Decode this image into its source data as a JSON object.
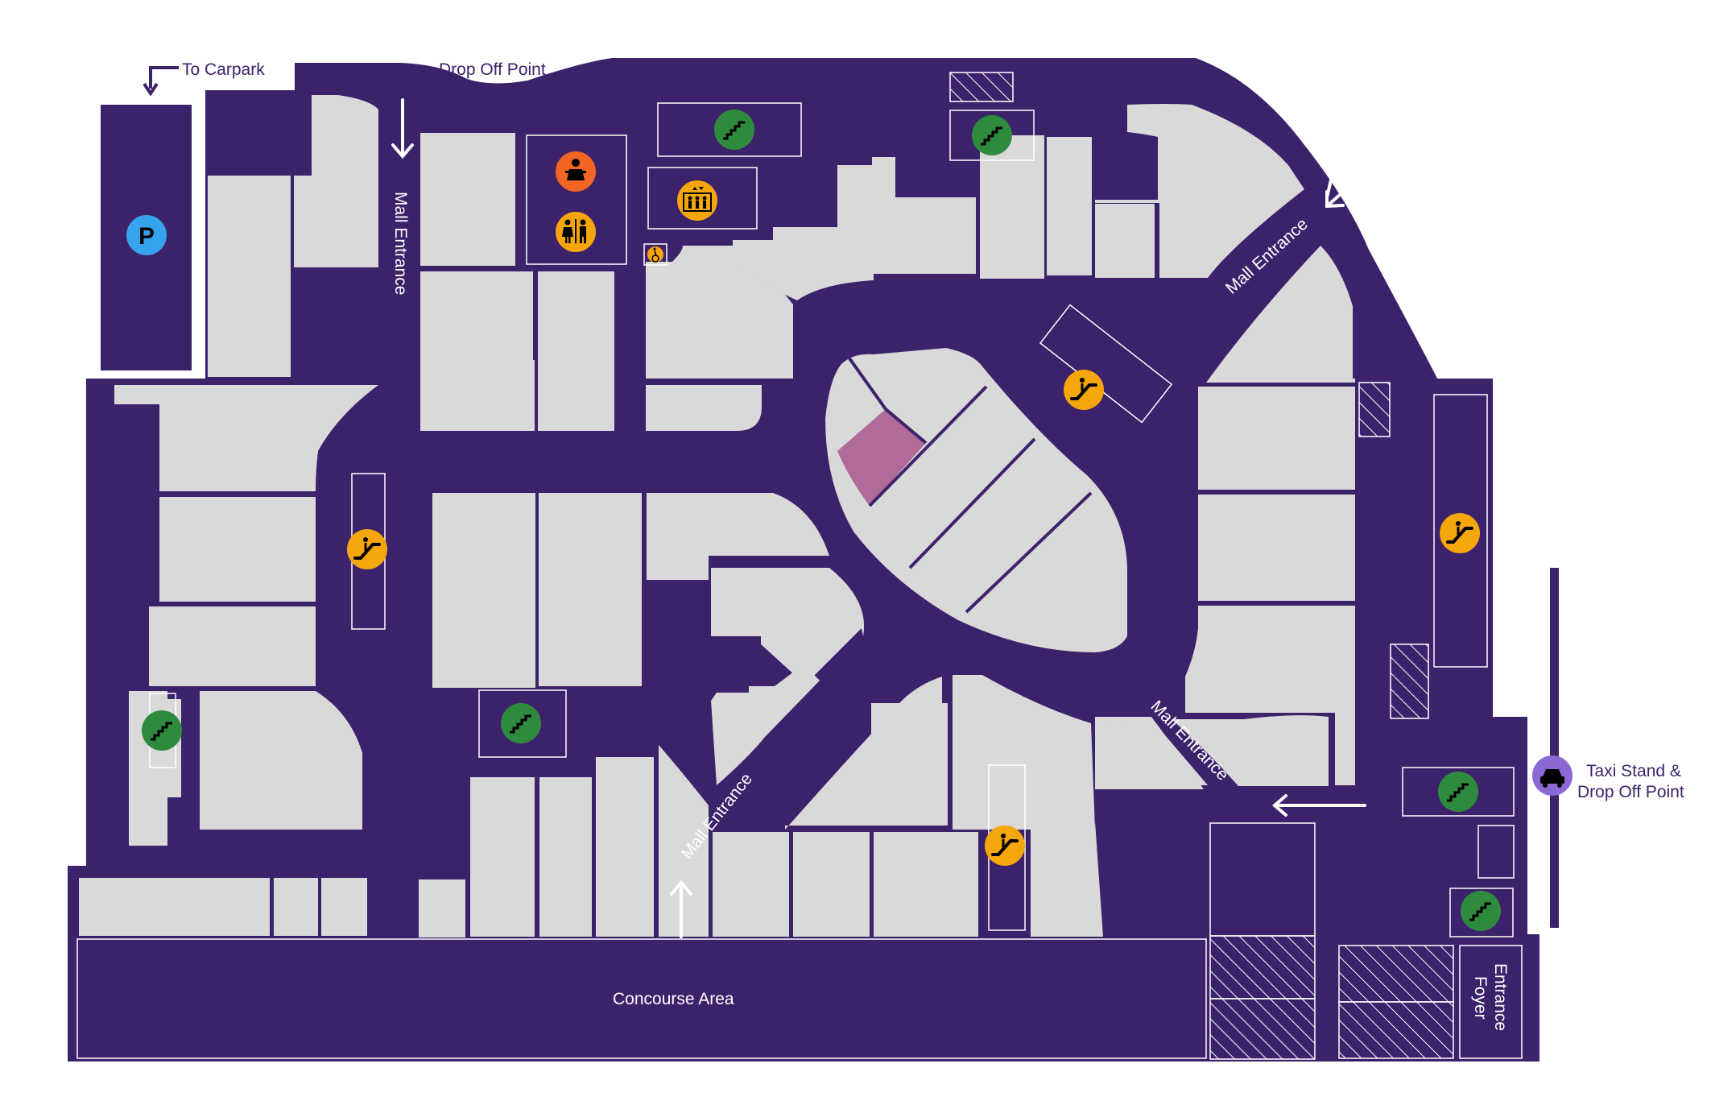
{
  "colors": {
    "corridor": "#3c226b",
    "unit": "#d9d9d9",
    "highlight": "#b06b98",
    "white": "#ffffff",
    "stairs": "#2e8b3e",
    "escalator": "#f5a60a",
    "parking": "#36a3ee",
    "babycare": "#f26522",
    "taxi": "#8b69d3"
  },
  "labels": {
    "to_carpark": "To Carpark",
    "drop_off_top": "Drop Off Point",
    "mall_entrance_west": "Mall Entrance",
    "mall_entrance_ne": "Mall Entrance",
    "mall_entrance_se": "Mall Entrance",
    "mall_entrance_south": "Mall Entrance",
    "concourse": "Concourse Area",
    "entrance_foyer_1": "Entrance",
    "entrance_foyer_2": "Foyer",
    "taxi_line1": "Taxi Stand &",
    "taxi_line2": "Drop Off Point",
    "parking_letter": "P"
  },
  "icons": {
    "parking": "parking-icon",
    "baby_care": "baby-care-icon",
    "restroom": "restroom-icon",
    "lift": "lift-icon",
    "accessible": "accessible-icon",
    "stairs": "stairs-icon",
    "escalator": "escalator-icon",
    "taxi": "taxi-icon"
  }
}
